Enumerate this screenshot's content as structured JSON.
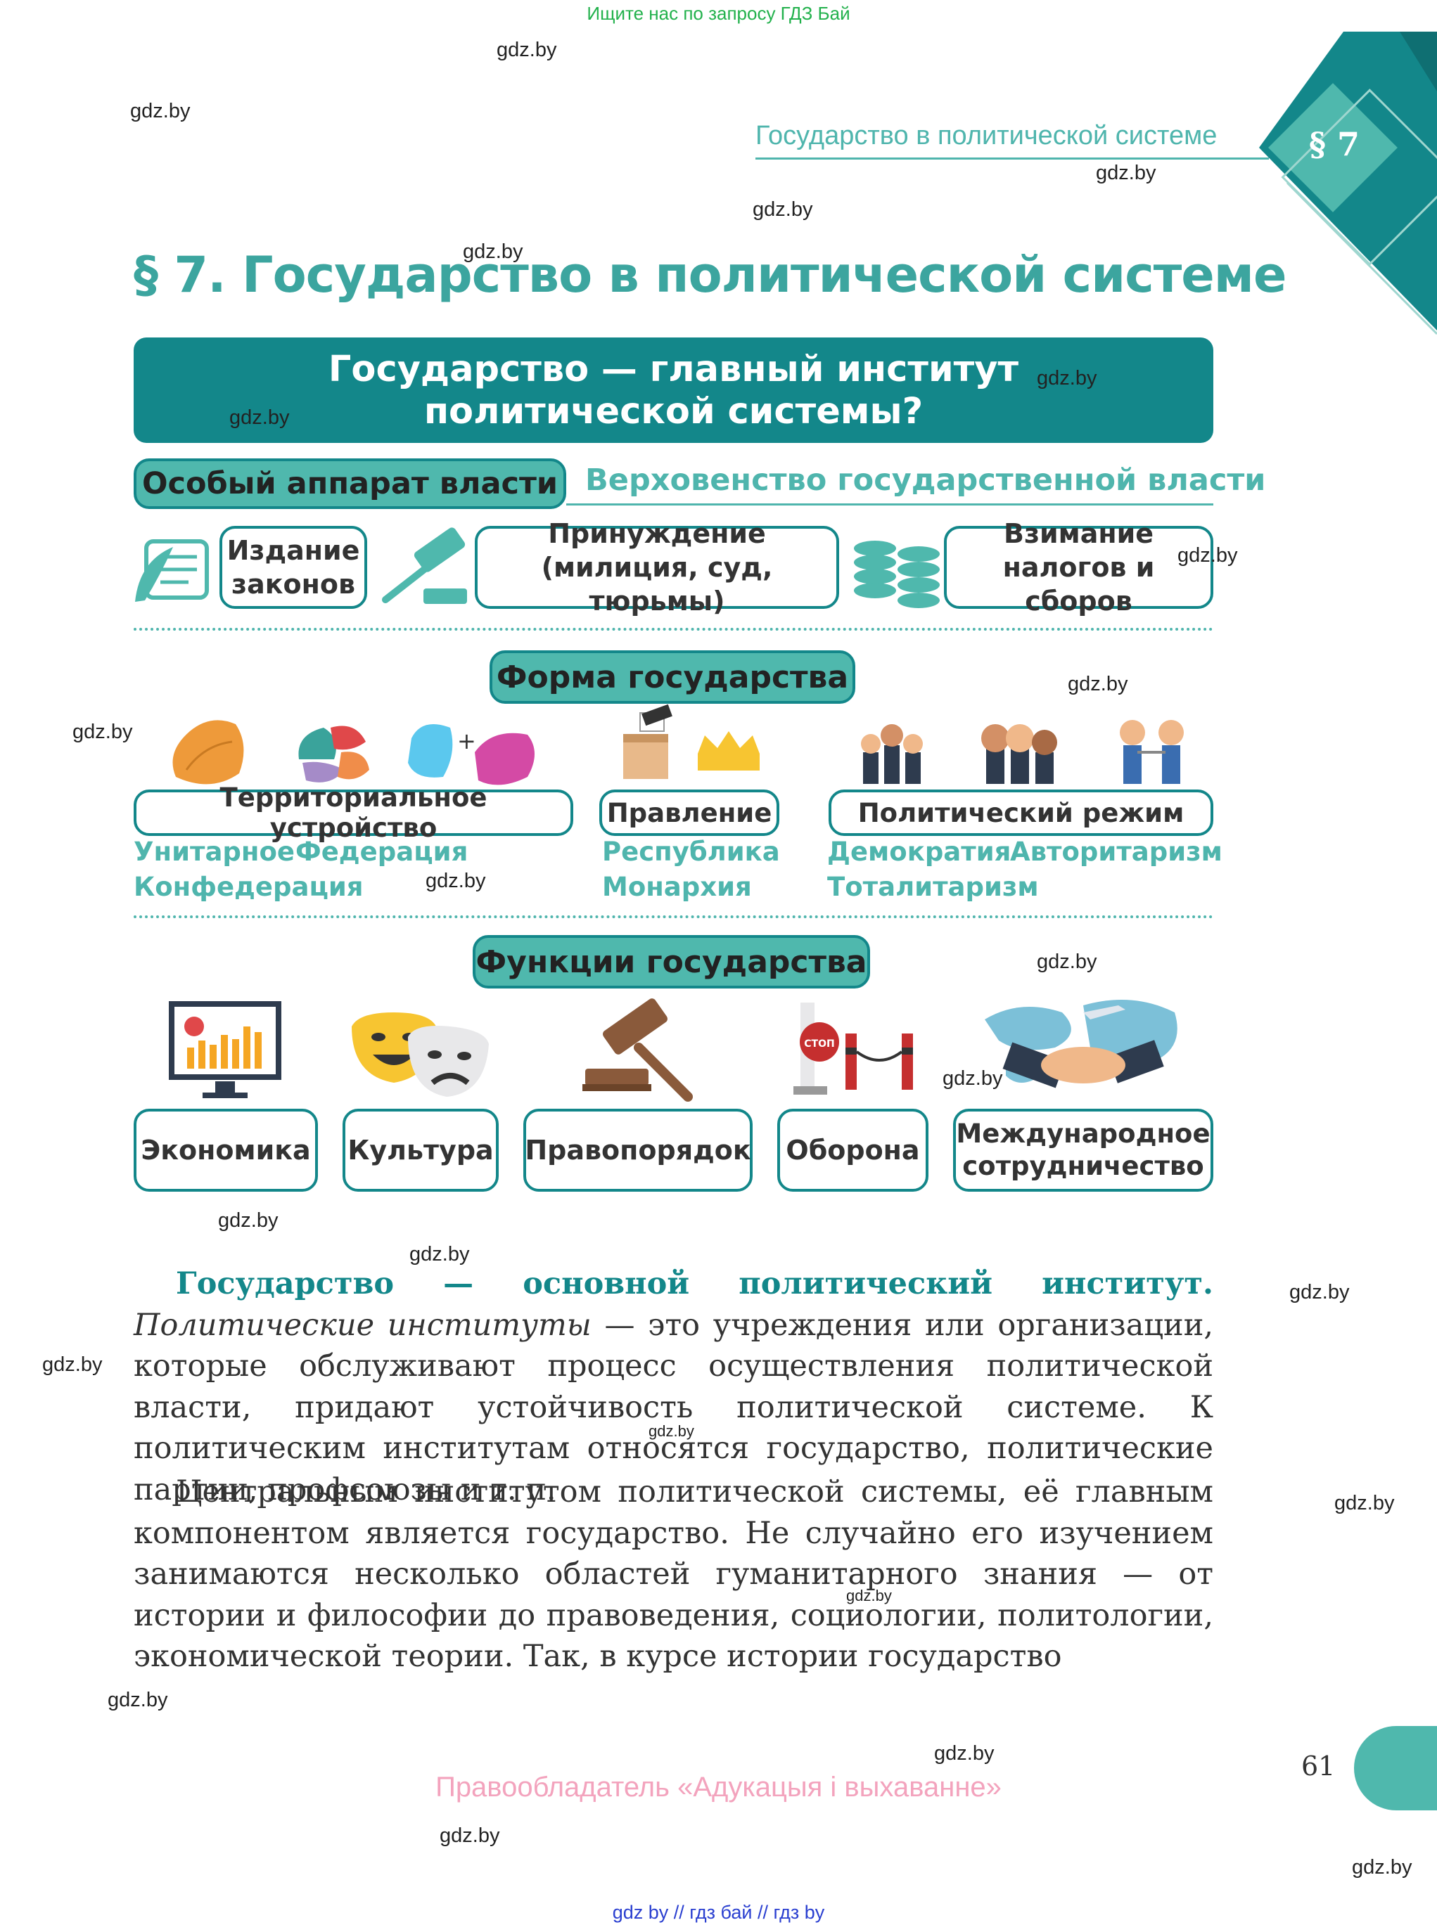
{
  "top_link": "Ищите нас по запросу ГДЗ Бай",
  "header": {
    "running_title": "Государство в политической системе",
    "section_badge": "§ 7"
  },
  "title": "§ 7. Государство в политической системе",
  "banner": {
    "line1": "Государство — главный институт",
    "line2": "политической системы?"
  },
  "features": {
    "special_apparatus": "Особый аппарат власти",
    "supremacy": "Верховенство государственной власти",
    "items": [
      {
        "line1": "Издание",
        "line2": "законов",
        "icon": "scroll-quill-icon"
      },
      {
        "line1": "Принуждение",
        "line2": "(милиция, суд, тюрьмы)",
        "icon": "gavel-icon"
      },
      {
        "line1": "Взимание",
        "line2": "налогов и сборов",
        "icon": "coins-icon"
      }
    ]
  },
  "form": {
    "heading": "Форма государства",
    "territorial": {
      "label": "Территориальное устройство",
      "types": [
        "Унитарное",
        "Федерация",
        "Конфедерация"
      ]
    },
    "governance": {
      "label": "Правление",
      "types": [
        "Республика",
        "Монархия"
      ]
    },
    "regime": {
      "label": "Политический режим",
      "types": [
        "Демократия",
        "Авторитаризм",
        "Тоталитаризм"
      ]
    }
  },
  "functions": {
    "heading": "Функции государства",
    "items": [
      {
        "label": "Экономика",
        "icon": "monitor-chart-icon"
      },
      {
        "label": "Культура",
        "icon": "theatre-masks-icon"
      },
      {
        "label": "Правопорядок",
        "icon": "gavel-icon"
      },
      {
        "label": "Оборона",
        "icon": "border-barrier-icon"
      },
      {
        "label1": "Международное",
        "label2": "сотрудничество",
        "icon": "handshake-world-icon"
      }
    ]
  },
  "text": {
    "p1_lead": "Государство — основной политический институт.",
    "p1_term": "Политические институты",
    "p1_rest": "— это учреждения или организации, которые обслуживают процесс осуществления политической власти, придают устойчивость политической системе. К политическим институтам относятся государство, политические партии, профсоюзы и т. п.",
    "p2": "Центральным институтом политической системы, её главным компонентом является государство. Не случайно его изучением занимаются несколько областей гуманитарного знания — от истории и философии до правоведения, социологии, политологии, экономической теории. Так, в курсе истории государство"
  },
  "page_number": "61",
  "copyright": "Правообладатель «Адукацыя і выхаванне»",
  "watermark": "gdz.by",
  "watermark_small": "gdz.by",
  "bottom_links": "gdz by  //  гдз бай  //  гдз by",
  "colors": {
    "teal_dark": "#13878a",
    "teal_light": "#4fb8ad",
    "copyright_pink": "#f3a3bd",
    "top_link_green": "#22b14c"
  }
}
